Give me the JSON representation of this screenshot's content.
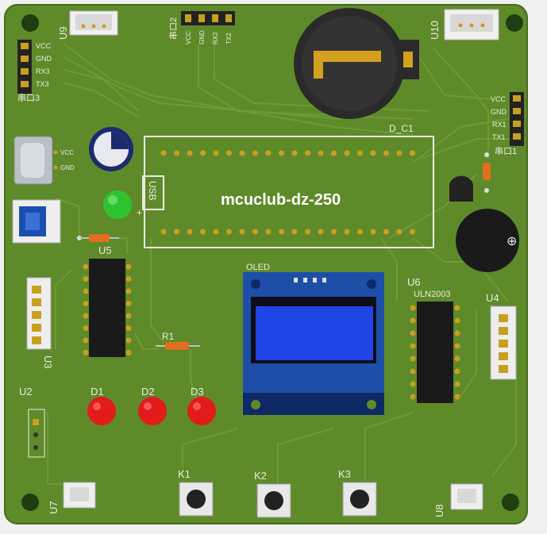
{
  "board": {
    "title": "mcuclub-dz-250",
    "pcb_color": "#5f8a2a",
    "trace_color": "#6e9a36",
    "silk_color": "#e8ece0"
  },
  "labels": {
    "u9": "U9",
    "u10": "U10",
    "u3": "U3",
    "u4": "U4",
    "u5": "U5",
    "u6": "U6",
    "u7": "U7",
    "u8": "U8",
    "u2": "U2",
    "u6_part": "ULN2003",
    "r1": "R1",
    "d1": "D1",
    "d2": "D2",
    "d3": "D3",
    "k1": "K1",
    "k2": "K2",
    "k3": "K3",
    "oled": "OLED",
    "usb": "USB",
    "dc1": "D_C1",
    "port3": "串口3",
    "port2": "串口2",
    "port1": "串口1"
  },
  "header_left": {
    "pins": [
      "VCC",
      "GND",
      "RX3",
      "TX3"
    ]
  },
  "header_top": {
    "pins": [
      "VCC",
      "GND",
      "RX2",
      "TX2"
    ]
  },
  "header_right": {
    "pins": [
      "VCC",
      "GND",
      "RX1",
      "TX1"
    ]
  },
  "power_jack": {
    "pins": [
      "VCC",
      "GND"
    ]
  }
}
